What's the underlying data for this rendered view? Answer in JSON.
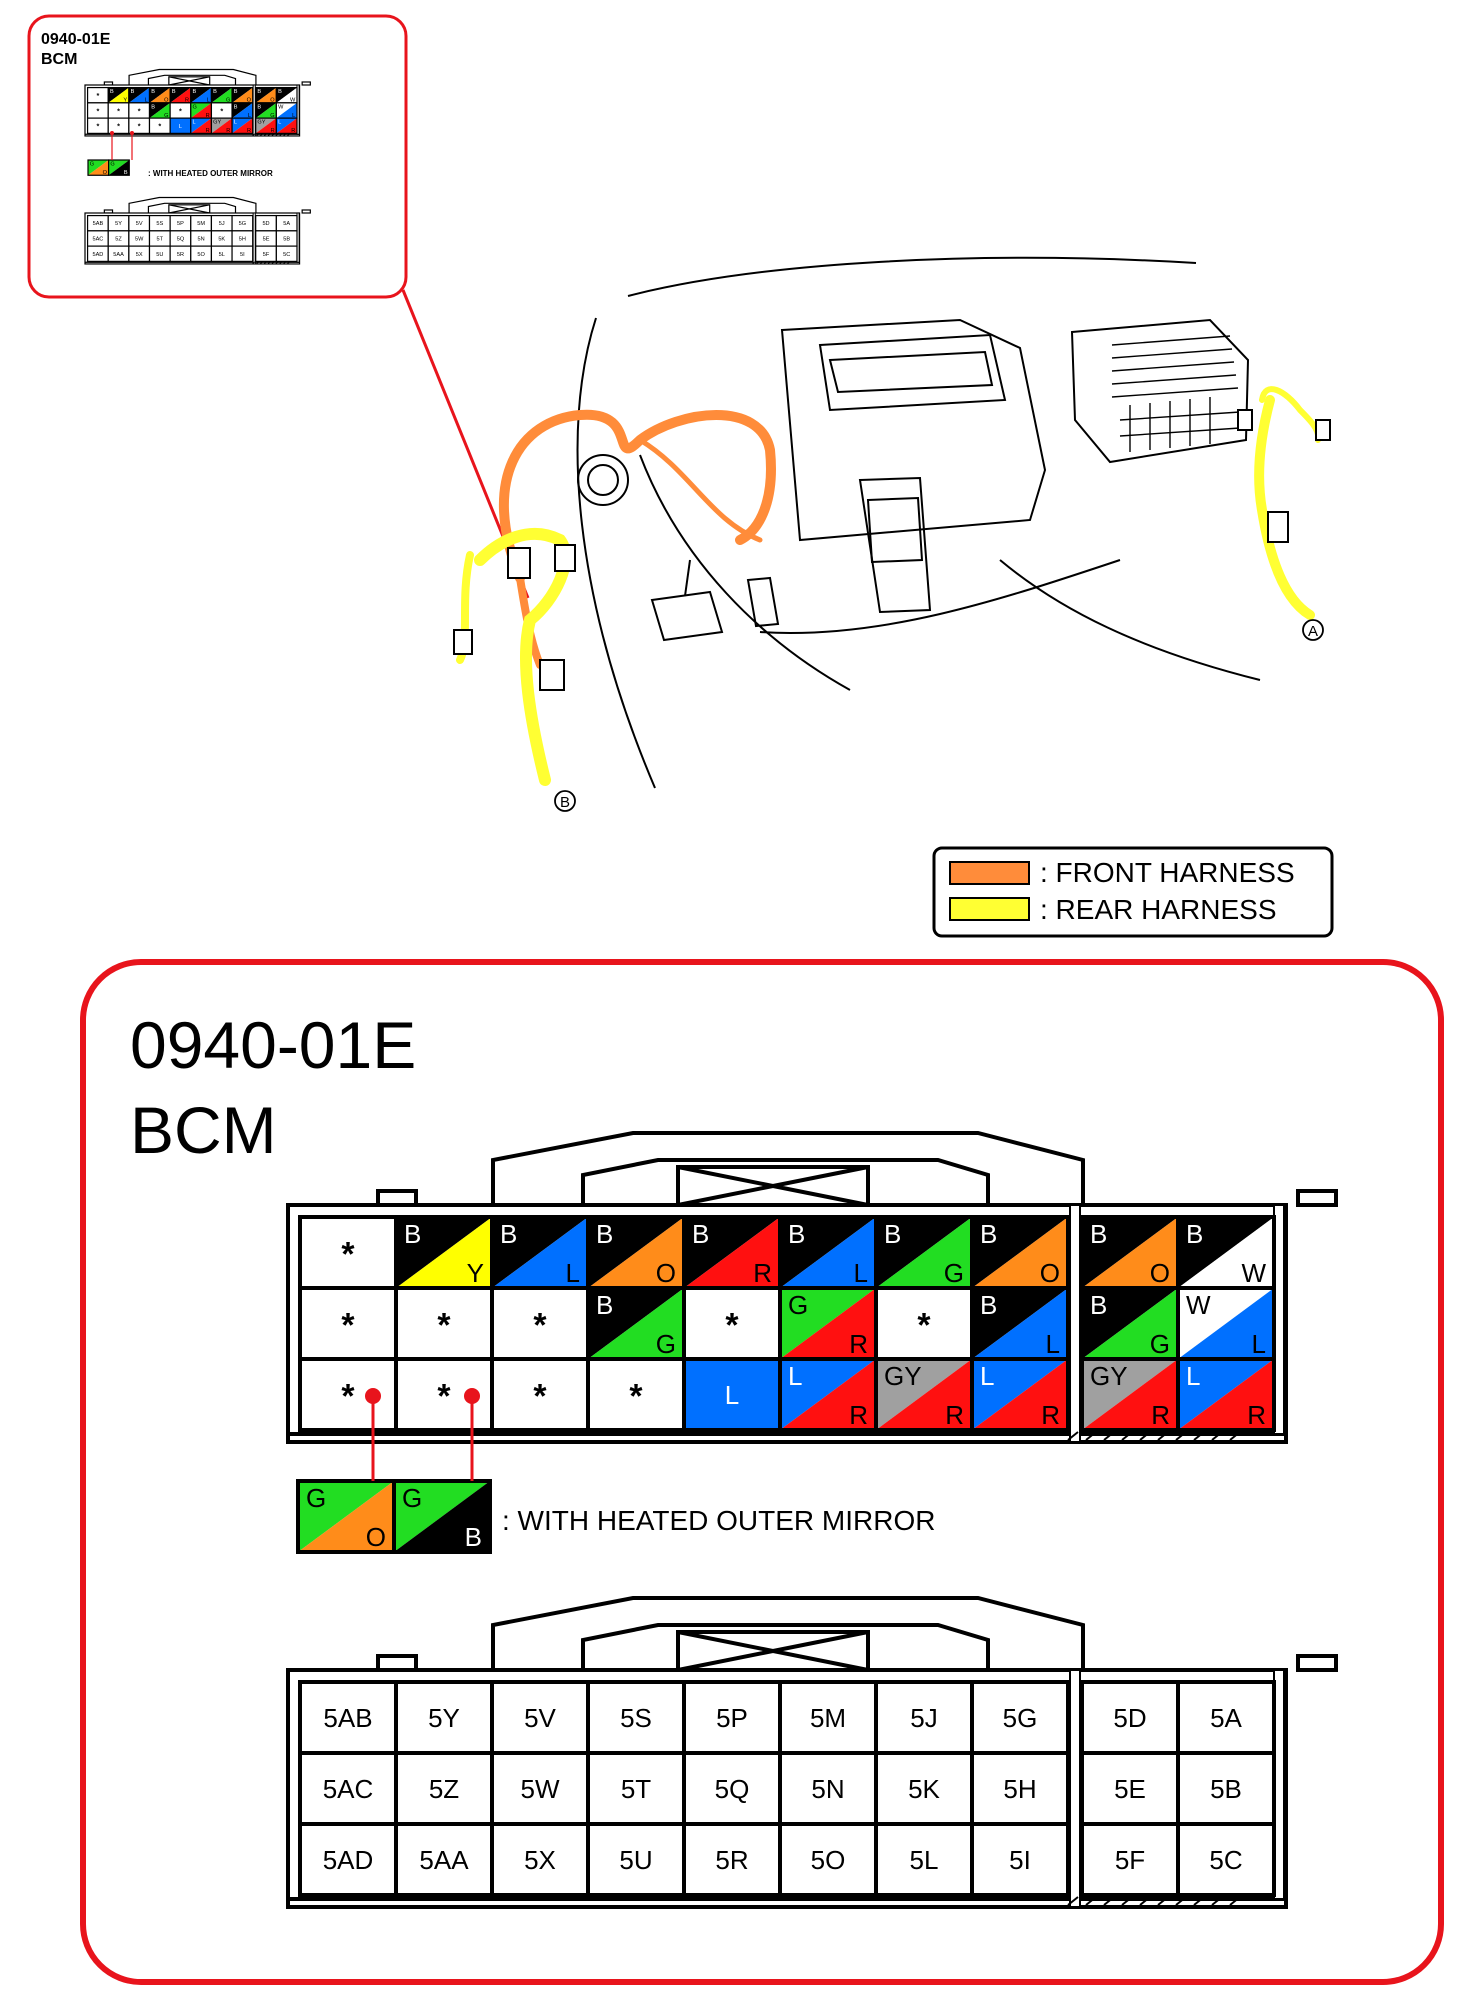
{
  "colors": {
    "B": "#000000",
    "Y": "#ffff00",
    "L": "#0070ff",
    "O": "#ff8c1a",
    "R": "#ff1010",
    "G": "#22dd22",
    "W": "#ffffff",
    "GY": "#a0a0a0",
    "front_harness": "#ff8c3a",
    "rear_harness": "#ffff33",
    "callout_red": "#e8141c"
  },
  "inset": {
    "code": "0940-01E",
    "name": "BCM",
    "mirror_note": ": WITH HEATED OUTER MIRROR"
  },
  "legend": {
    "items": [
      {
        "label": ": FRONT HARNESS",
        "color": "#ff8c3a"
      },
      {
        "label": ": REAR HARNESS",
        "color": "#ffff33"
      }
    ]
  },
  "markers": {
    "a": "A",
    "b": "B"
  },
  "connector": {
    "code": "0940-01E",
    "name": "BCM",
    "mirror_note": ": WITH HEATED OUTER MIRROR",
    "mirror_cells": [
      {
        "tl": "G",
        "br": "O"
      },
      {
        "tl": "G",
        "br": "B"
      }
    ],
    "wire_rows": [
      [
        {
          "star": true
        },
        {
          "tl": "B",
          "br": "Y"
        },
        {
          "tl": "B",
          "br": "L"
        },
        {
          "tl": "B",
          "br": "O"
        },
        {
          "tl": "B",
          "br": "R"
        },
        {
          "tl": "B",
          "br": "L"
        },
        {
          "tl": "B",
          "br": "G"
        },
        {
          "tl": "B",
          "br": "O"
        },
        {
          "tl": "B",
          "br": "O"
        },
        {
          "tl": "B",
          "br": "W"
        }
      ],
      [
        {
          "star": true
        },
        {
          "star": true
        },
        {
          "star": true
        },
        {
          "tl": "B",
          "br": "G"
        },
        {
          "star": true
        },
        {
          "tl": "G",
          "br": "R"
        },
        {
          "star": true
        },
        {
          "tl": "B",
          "br": "L"
        },
        {
          "tl": "B",
          "br": "G"
        },
        {
          "tl": "W",
          "br": "L"
        }
      ],
      [
        {
          "star": true
        },
        {
          "star": true
        },
        {
          "star": true
        },
        {
          "star": true
        },
        {
          "solid": "L"
        },
        {
          "tl": "L",
          "br": "R"
        },
        {
          "tl": "GY",
          "br": "R"
        },
        {
          "tl": "L",
          "br": "R"
        },
        {
          "tl": "GY",
          "br": "R"
        },
        {
          "tl": "L",
          "br": "R"
        }
      ]
    ],
    "pin_rows": [
      [
        "5AB",
        "5Y",
        "5V",
        "5S",
        "5P",
        "5M",
        "5J",
        "5G",
        "5D",
        "5A"
      ],
      [
        "5AC",
        "5Z",
        "5W",
        "5T",
        "5Q",
        "5N",
        "5K",
        "5H",
        "5E",
        "5B"
      ],
      [
        "5AD",
        "5AA",
        "5X",
        "5U",
        "5R",
        "5O",
        "5L",
        "5I",
        "5F",
        "5C"
      ]
    ]
  }
}
